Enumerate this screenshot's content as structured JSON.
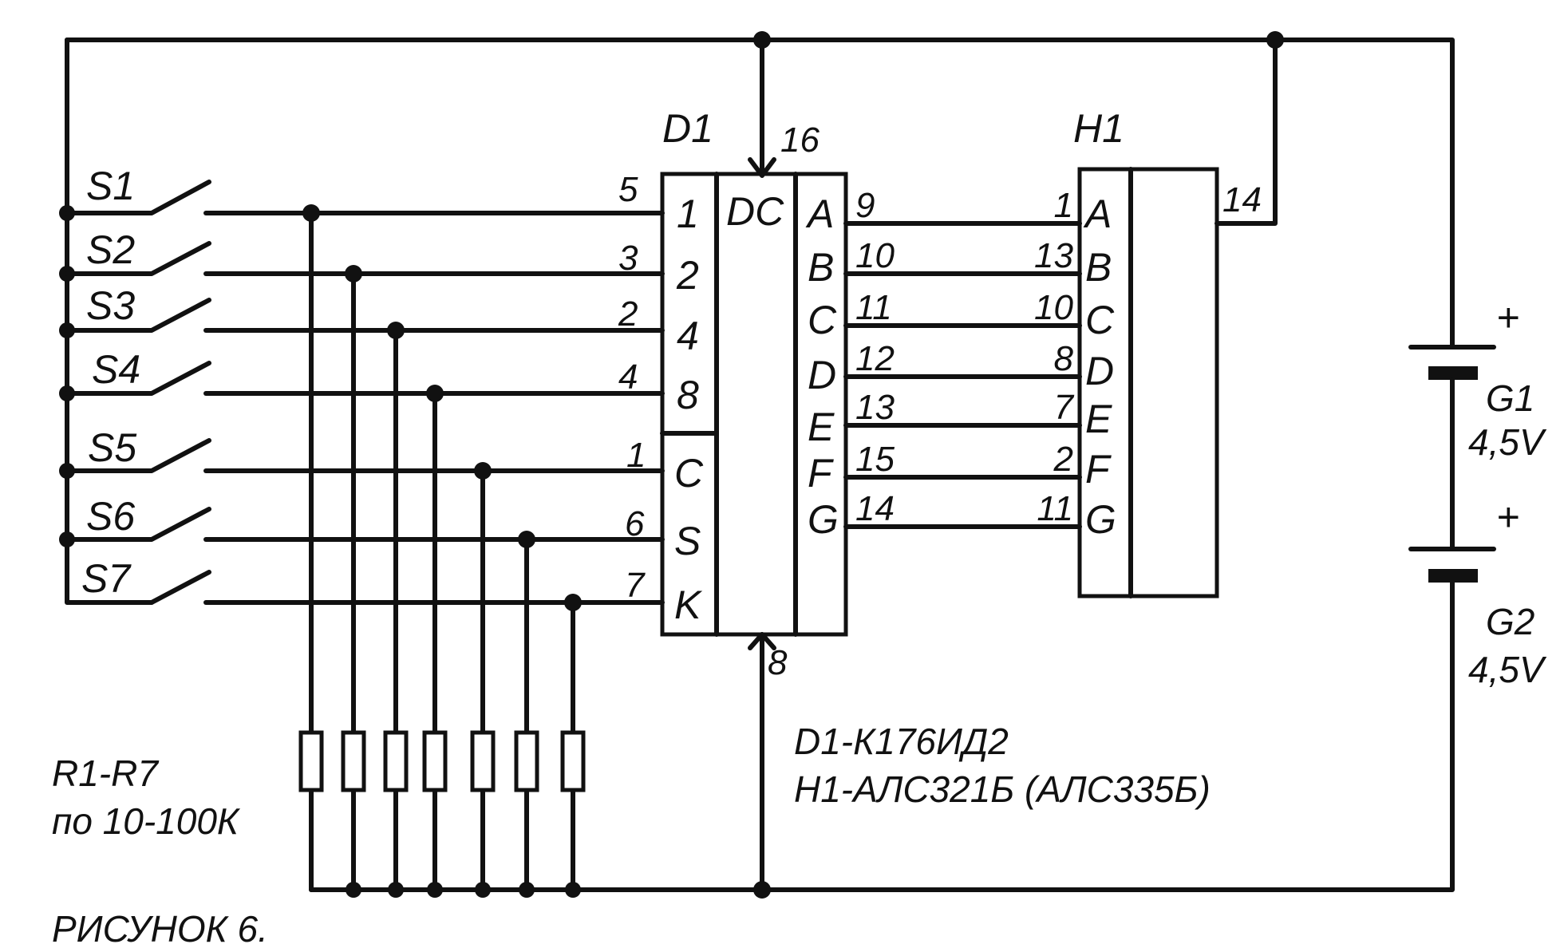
{
  "switches": [
    "S1",
    "S2",
    "S3",
    "S4",
    "S5",
    "S6",
    "S7"
  ],
  "d1": {
    "name": "D1",
    "function": "DC",
    "power_pin": "16",
    "ground_pin": "8",
    "inputs": [
      {
        "pin": "5",
        "label": "1"
      },
      {
        "pin": "3",
        "label": "2"
      },
      {
        "pin": "2",
        "label": "4"
      },
      {
        "pin": "4",
        "label": "8"
      },
      {
        "pin": "1",
        "label": "C"
      },
      {
        "pin": "6",
        "label": "S"
      },
      {
        "pin": "7",
        "label": "K"
      }
    ],
    "outputs": [
      {
        "label": "A",
        "pin": "9"
      },
      {
        "label": "B",
        "pin": "10"
      },
      {
        "label": "C",
        "pin": "11"
      },
      {
        "label": "D",
        "pin": "12"
      },
      {
        "label": "E",
        "pin": "13"
      },
      {
        "label": "F",
        "pin": "15"
      },
      {
        "label": "G",
        "pin": "14"
      }
    ]
  },
  "h1": {
    "name": "H1",
    "common_pin": "14",
    "inputs": [
      {
        "pin": "1",
        "label": "A"
      },
      {
        "pin": "13",
        "label": "B"
      },
      {
        "pin": "10",
        "label": "C"
      },
      {
        "pin": "8",
        "label": "D"
      },
      {
        "pin": "7",
        "label": "E"
      },
      {
        "pin": "2",
        "label": "F"
      },
      {
        "pin": "11",
        "label": "G"
      }
    ]
  },
  "batteries": [
    {
      "name": "G1",
      "voltage": "4,5V",
      "polarity": "+"
    },
    {
      "name": "G2",
      "voltage": "4,5V",
      "polarity": "+"
    }
  ],
  "resistors_note": [
    "R1-R7",
    "по 10-100К"
  ],
  "parts_note": [
    "D1-К176ИД2",
    "H1-АЛС321Б (АЛС335Б)"
  ],
  "caption": "РИСУНОК 6."
}
